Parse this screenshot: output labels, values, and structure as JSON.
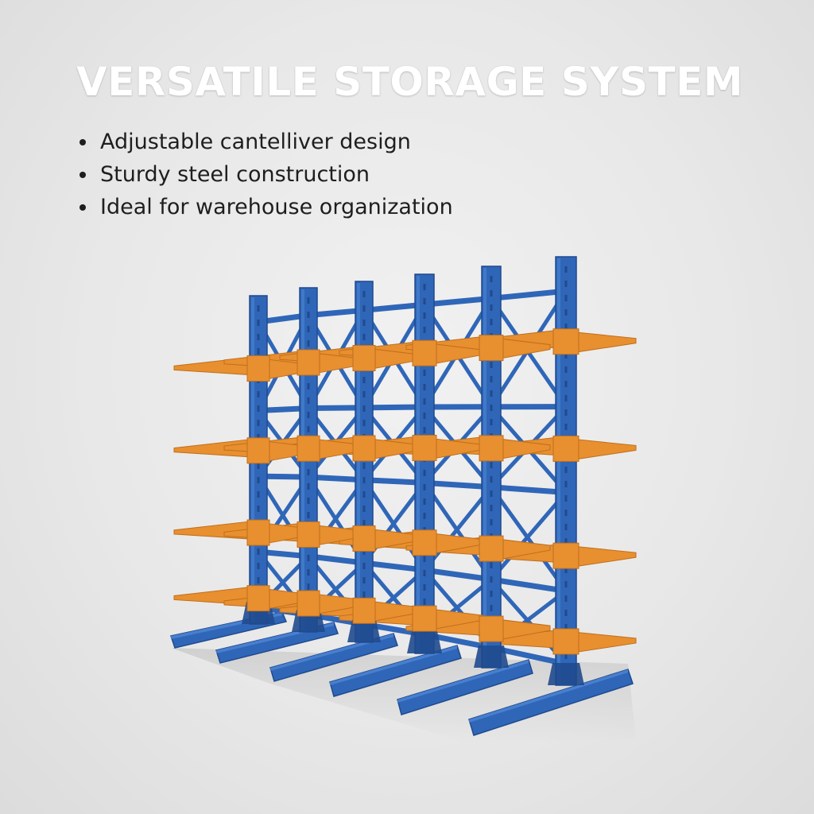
{
  "headline": "VERSATILE STORAGE SYSTEM",
  "features": [
    "Adjustable cantelliver design",
    "Sturdy steel construction",
    "Ideal for warehouse organization"
  ],
  "product": {
    "name": "cantilever-rack",
    "upright_count": 6,
    "arm_levels": 4,
    "colors": {
      "frame": "#2f66b8",
      "frame_dark": "#204a8e",
      "frame_light": "#4f86d4",
      "arms": "#e88f2f",
      "arms_dark": "#c06f1c",
      "background": "#e9e9e9"
    }
  }
}
